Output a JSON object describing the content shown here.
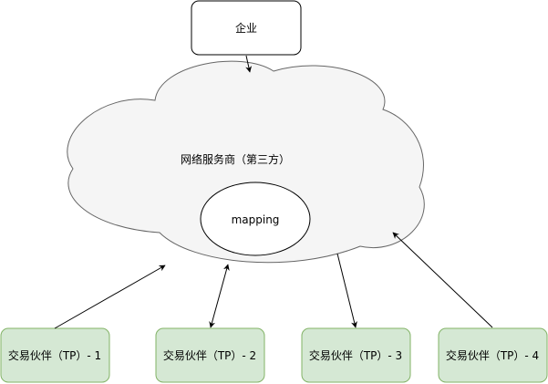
{
  "nodes": {
    "enterprise": {
      "label": "企业"
    },
    "service_provider": {
      "label": "网络服务商（第三方）"
    },
    "mapping": {
      "label": "mapping"
    },
    "tp1": {
      "label": "交易伙伴（TP）- 1"
    },
    "tp2": {
      "label": "交易伙伴（TP）- 2"
    },
    "tp3": {
      "label": "交易伙伴（TP）- 3"
    },
    "tp4": {
      "label": "交易伙伴（TP）- 4"
    }
  },
  "colors": {
    "cloud_fill": "#f5f5f5",
    "cloud_stroke": "#666666",
    "tp_fill": "#d5e8d4",
    "tp_stroke": "#82b366",
    "box_stroke": "#000000",
    "edge": "#000000"
  }
}
